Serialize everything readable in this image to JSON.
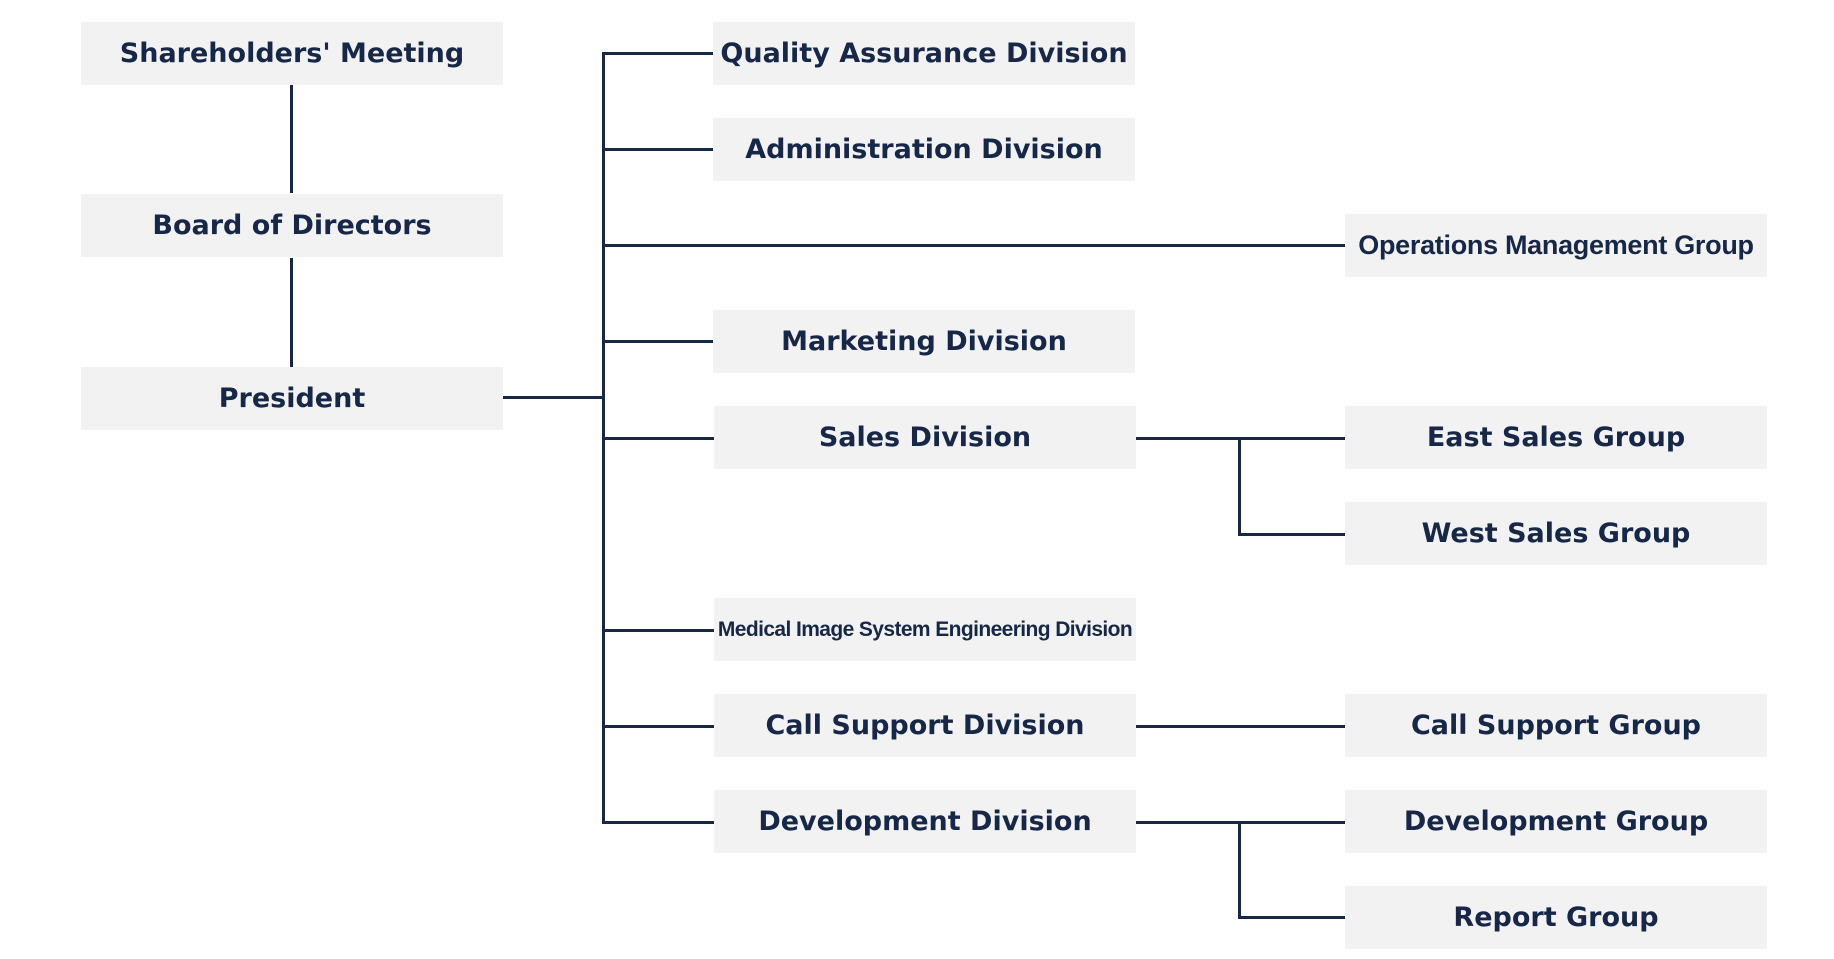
{
  "colors": {
    "box_fill": "#f2f2f2",
    "text": "#172747",
    "line": "#172747",
    "background": "#ffffff"
  },
  "nodes": {
    "shareholders": "Shareholders' Meeting",
    "board": "Board of Directors",
    "president": "President",
    "quality": "Quality Assurance Division",
    "administration": "Administration Division",
    "operations": "Operations Management Group",
    "marketing": "Marketing Division",
    "sales": "Sales Division",
    "east_sales": "East Sales Group",
    "west_sales": "West Sales Group",
    "medical": "Medical Image System Engineering Division",
    "call_support_div": "Call Support Division",
    "call_support_group": "Call Support Group",
    "development_div": "Development Division",
    "development_group": "Development Group",
    "report_group": "Report Group"
  }
}
